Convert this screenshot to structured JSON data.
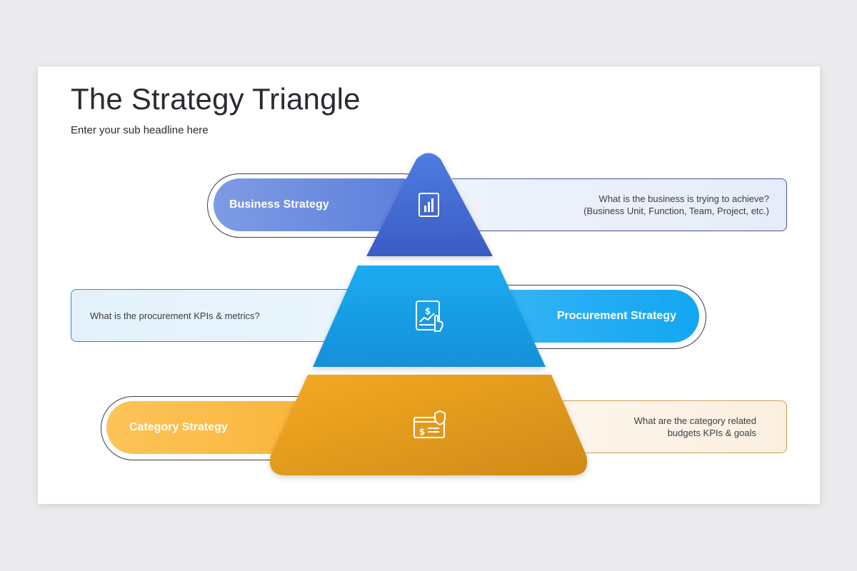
{
  "title": "The Strategy Triangle",
  "subtitle": "Enter your sub headline here",
  "tiers": [
    {
      "label": "Business Strategy",
      "description_lines": [
        "What is the business is trying to achieve?",
        "(Business Unit, Function, Team, Project, etc.)"
      ],
      "icon": "bar-chart-report-icon",
      "color": "#4a6fd6"
    },
    {
      "label": "Procurement Strategy",
      "description_lines": [
        "What is the procurement KPIs & metrics?"
      ],
      "icon": "tablet-finance-icon",
      "color": "#1aa3ea"
    },
    {
      "label": "Category Strategy",
      "description_lines": [
        "What are the category related",
        "budgets KPIs & goals"
      ],
      "icon": "budget-shield-icon",
      "color": "#f0a51e"
    }
  ]
}
